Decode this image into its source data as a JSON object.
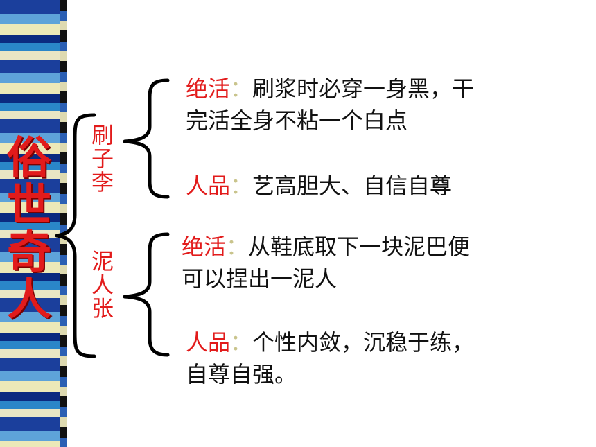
{
  "title_chars": [
    "俗",
    "世",
    "奇",
    "人"
  ],
  "people": [
    {
      "name_chars": [
        "刷",
        "子",
        "李"
      ],
      "items": [
        {
          "label": "绝活",
          "colon": "：",
          "lines": [
            "刷浆时必穿一身黑，干",
            "完活全身不粘一个白点"
          ]
        },
        {
          "label": "人品",
          "colon": "：",
          "lines": [
            "艺高胆大、自信自尊"
          ]
        }
      ]
    },
    {
      "name_chars": [
        "泥",
        "人",
        "张"
      ],
      "items": [
        {
          "label": "绝活",
          "colon": "：",
          "lines": [
            "从鞋底取下一块泥巴便",
            "可以捏出一泥人"
          ]
        },
        {
          "label": "人品",
          "colon": "：",
          "lines": [
            "个性内敛，沉稳于练，",
            "自尊自强。"
          ]
        }
      ]
    }
  ],
  "colors": {
    "accent": "#e21b1b",
    "text": "#111111",
    "colon": "#c9c48c"
  }
}
